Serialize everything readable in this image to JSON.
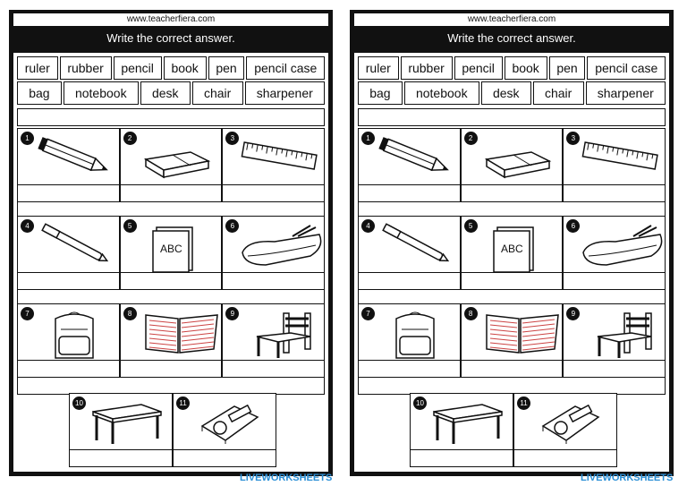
{
  "site_url": "www.teacherfiera.com",
  "instruction": "Write the correct answer.",
  "word_bank_row1": [
    "ruler",
    "rubber",
    "pencil",
    "book",
    "pen",
    "pencil  case"
  ],
  "word_bank_row2": [
    "bag",
    "notebook",
    "desk",
    "chair",
    "sharpener"
  ],
  "items": [
    {
      "number": "1",
      "icon": "pencil-icon"
    },
    {
      "number": "2",
      "icon": "eraser-icon"
    },
    {
      "number": "3",
      "icon": "ruler-icon"
    },
    {
      "number": "4",
      "icon": "pen-icon"
    },
    {
      "number": "5",
      "icon": "book-icon",
      "cover_text": "ABC"
    },
    {
      "number": "6",
      "icon": "pencil-case-icon"
    },
    {
      "number": "7",
      "icon": "backpack-icon"
    },
    {
      "number": "8",
      "icon": "notebook-icon"
    },
    {
      "number": "9",
      "icon": "chair-icon"
    },
    {
      "number": "10",
      "icon": "desk-icon"
    },
    {
      "number": "11",
      "icon": "sharpener-icon"
    }
  ],
  "watermark": "LIVEWORKSHEETS"
}
